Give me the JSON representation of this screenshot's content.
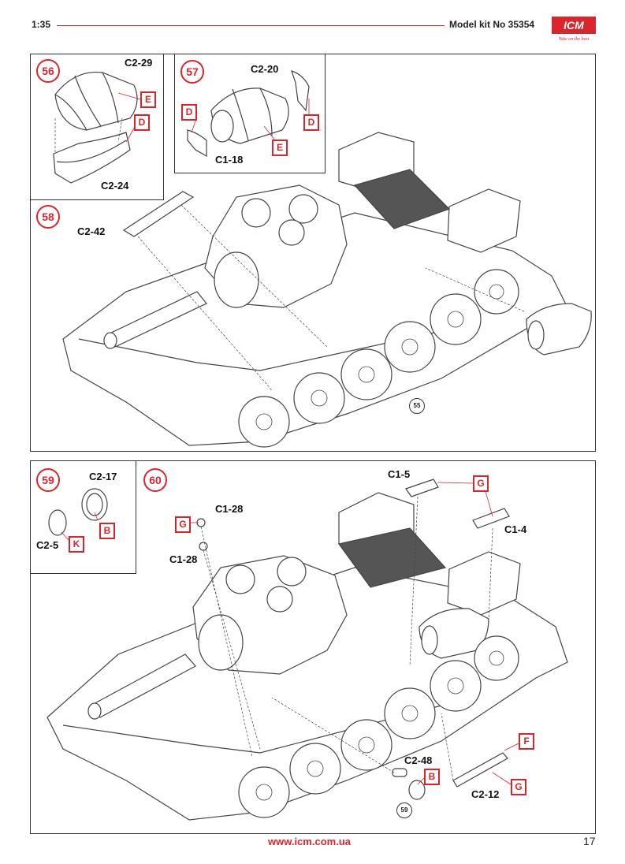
{
  "header": {
    "scale": "1:35",
    "kit": "Model kit No 35354",
    "logo_text": "ICM",
    "logo_tagline": "Take on the best"
  },
  "steps": [
    {
      "number": "56",
      "parts": [
        "C2-29",
        "C2-24"
      ],
      "tags": [
        "E",
        "D"
      ]
    },
    {
      "number": "57",
      "parts": [
        "C2-20",
        "C1-18"
      ],
      "tags": [
        "D",
        "D",
        "E"
      ]
    },
    {
      "number": "58",
      "parts": [
        "C2-42"
      ],
      "ref": "55"
    },
    {
      "number": "59",
      "parts": [
        "C2-17",
        "C2-5"
      ],
      "tags": [
        "B",
        "K"
      ]
    },
    {
      "number": "60",
      "parts": [
        "C1-5",
        "C1-4",
        "C1-28",
        "C1-28",
        "C2-48",
        "C2-12"
      ],
      "tags": [
        "G",
        "G",
        "F",
        "G",
        "B"
      ],
      "ref": "59"
    }
  ],
  "footer": {
    "url": "www.icm.com.ua",
    "page": "17"
  },
  "colors": {
    "accent": "#d9262c",
    "line": "#333333"
  }
}
